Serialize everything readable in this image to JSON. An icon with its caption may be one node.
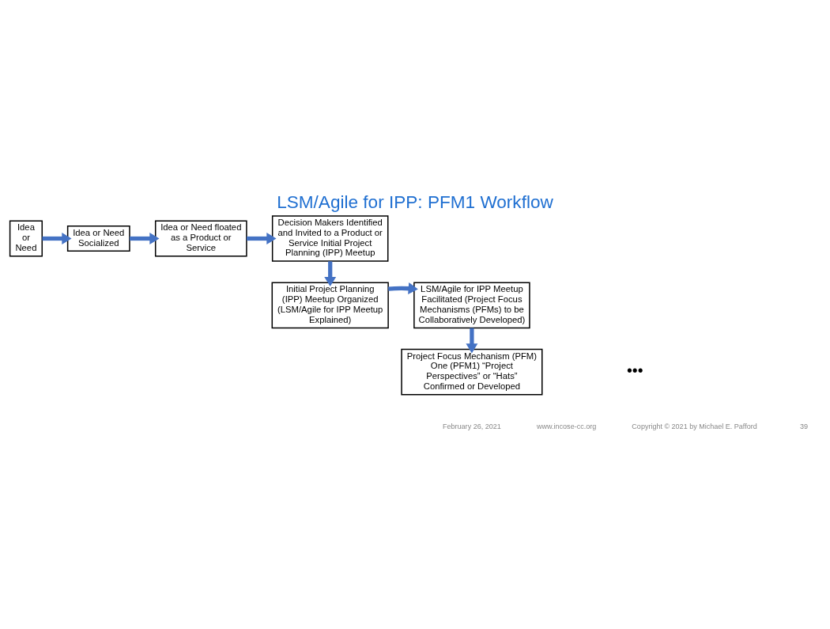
{
  "diagram": {
    "title": "LSM/Agile for IPP: PFM1 Workflow",
    "nodes": [
      {
        "text": [
          "Idea or Need"
        ]
      },
      {
        "text": [
          "Idea or Need Socialized"
        ]
      },
      {
        "text": [
          "Idea or Need floated as a Product or Service"
        ]
      },
      {
        "text": [
          "Decision Makers Identified and Invited to a Product or Service Initial Project Planning (IPP) Meetup"
        ]
      },
      {
        "text": [
          "Initial Project Planning (IPP) Meetup Organized (LSM/Agile for IPP Meetup Explained)"
        ]
      },
      {
        "text": [
          "LSM/Agile for IPP Meetup Facilitated (Project Focus Mechanisms (PFMs) to be Collaboratively Developed)"
        ]
      },
      {
        "text": [
          "Project Focus Mechanism (PFM) One (PFM1) “Project Perspectives” or “Hats” Confirmed or Developed"
        ]
      }
    ],
    "edges": [
      {
        "from": 0,
        "to": 1,
        "arrow": "to"
      },
      {
        "from": 1,
        "to": 2,
        "arrow": "to"
      },
      {
        "from": 2,
        "to": 3,
        "arrow": "to"
      },
      {
        "from": 3,
        "to": 4,
        "arrow": "to"
      },
      {
        "from": 4,
        "to": 5,
        "arrow": "to"
      },
      {
        "from": 5,
        "to": 6,
        "arrow": "to"
      }
    ],
    "labels": [
      "•••",
      "February 26, 2021",
      "www.incose-cc.org",
      "Copyright © 2021 by Michael E. Pafford",
      "39"
    ]
  }
}
